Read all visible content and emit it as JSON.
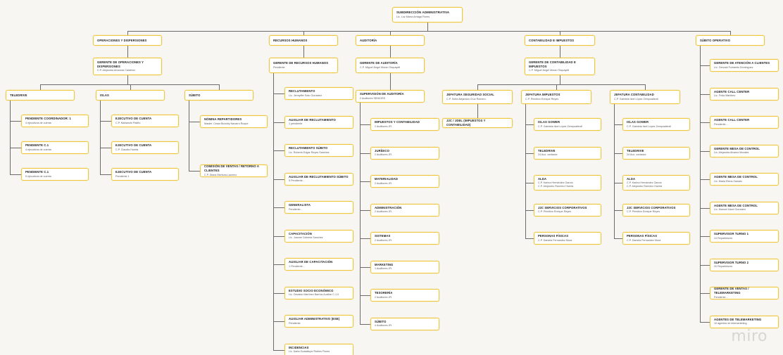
{
  "board": {
    "watermark": "miro",
    "accent_color": "#f0c840",
    "background_color": "#f7f6f3",
    "line_color": "#6b6b6b"
  },
  "root": {
    "title": "SUBDIRECCIÓN ADMINISTRATIVA",
    "subtitle": "Lic. Luz María Arriaga Flores"
  },
  "divisions": [
    {
      "title": "OPERACIONES Y DISPERSIONES"
    },
    {
      "title": "RECURSOS HUMANOS"
    },
    {
      "title": "AUDITORÍA"
    },
    {
      "title": "CONTABILIDAD E IMPUESTOS"
    },
    {
      "title": "SÚBITO OPERATIVO"
    }
  ],
  "managers": [
    {
      "title": "GERENTE DE OPERACIONES Y DISPERSIONES",
      "subtitle": "C.P. Alejandra Amezola Calderón"
    },
    {
      "title": "GERENTE DE RECURSOS HUMANOS",
      "subtitle": "Pendiente"
    },
    {
      "title": "GERENTE DE AUDITORÍA",
      "subtitle": "C.P. Miguel Ángel Moran Tequayetl"
    },
    {
      "title": "GERENTE DE CONTABILIDAD E IMPUESTOS",
      "subtitle": "C.P. Miguel Ángel Moran Tequayetl"
    }
  ],
  "operaciones": {
    "groups": [
      {
        "title": "TELEDRIVE",
        "children": [
          {
            "title": "Pendiente Coordinador: 1",
            "subtitle": "4 ejecutivos de cuenta"
          },
          {
            "title": "Pendiente C.1",
            "subtitle": "4 ejecutivos de cuenta"
          },
          {
            "title": "Pendiente C.1",
            "subtitle": "5 ejecutivos de cuenta"
          }
        ]
      },
      {
        "title": "ISLAS",
        "children": [
          {
            "title": "EJECUTIVO DE CUENTA",
            "subtitle": "C.P. Mahanohi Patiño"
          },
          {
            "title": "EJECUTIVO DE CUENTA",
            "subtitle": "C.P. Claudia Huerta"
          },
          {
            "title": "EJECUTIVO DE CUENTA",
            "subtitle": "Pendiente 1"
          }
        ]
      },
      {
        "title": "SÚBITO",
        "children": [
          {
            "title": "NÓMINA REPARTIDORES",
            "subtitle": "Master. Cesar Bonoby Navarro Roque"
          },
          {
            "title": "COMISIÓN DE VENTAS / RETORNO A CLIENTES",
            "subtitle": "C.P. Diana Bichtura Lacerno"
          }
        ]
      }
    ]
  },
  "recursos_humanos": {
    "children": [
      {
        "title": "RECLUTAMIENTO",
        "subtitle": "Lic. Jennyffer Soto Gonzalez"
      },
      {
        "title": "AUXILIAR DE RECLUTAMIENTO",
        "subtitle": "1 pendiente"
      },
      {
        "title": "RECLUTAMIENTO SÚBITO",
        "subtitle": "Lic. Roberto Edgar Reyes Sanchez"
      },
      {
        "title": "AUXILIAR DE RECLUTAMIENTO SÚBITO",
        "subtitle": "5 Pendiente..."
      },
      {
        "title": "GENERALISTA",
        "subtitle": "Pendiente..."
      },
      {
        "title": "CAPACITACIÓN",
        "subtitle": "Lic. Joanne Cabrera Sanchez"
      },
      {
        "title": "AUXILIAR DE CAPACITACIÓN",
        "subtitle": "1 Pendiente..."
      },
      {
        "title": "ESTUDIO SOCIO ECONÓMICO",
        "subtitle": "Lic. Osvaldo Martínez Barrios Auxiliar C.1.0"
      },
      {
        "title": "AUXILIAR ADMINISTRATIVO (ESE)",
        "subtitle": "Pendiente"
      },
      {
        "title": "INCIDENCIAS",
        "subtitle": "Lic. Karla Guadalupe Robles Flores"
      }
    ]
  },
  "auditoria": {
    "supervision": {
      "title": "SUPERVISIÓN DE AUDITORÍA",
      "subtitle": "2 Auditores SENIORS"
    },
    "children": [
      {
        "title": "IMPUESTOS Y CONTABILIDAD",
        "subtitle": "2 Auditores JR."
      },
      {
        "title": "JURÍDICO",
        "subtitle": "2 Auditores JR."
      },
      {
        "title": "MATERIALIDAD",
        "subtitle": "2 Auditores JR."
      },
      {
        "title": "ADMINISTRACIÓN",
        "subtitle": "2 Auditores JR."
      },
      {
        "title": "SISTEMAS",
        "subtitle": "2 Auditores JR."
      },
      {
        "title": "MARKETING",
        "subtitle": "1 Auditores JR."
      },
      {
        "title": "TESORERÍA",
        "subtitle": "2 Auditores JR."
      },
      {
        "title": "SÚBITO",
        "subtitle": "4 Auditores JR."
      }
    ]
  },
  "contabilidad": {
    "jefaturas": [
      {
        "title": "JEFATURA SEGURIDAD SOCIAL",
        "subtitle": "C.P. Sofía Alejandra Cruz Romero",
        "children": [
          {
            "title": "J2C / JDEL (IMPUESTOS Y CONTABILIDAD)",
            "subtitle": ""
          }
        ]
      },
      {
        "title": "JEFATURA IMPUESTOS",
        "subtitle": "C.P. Primitivo Enrique Reyes",
        "children": [
          {
            "title": "ISLAS GOWER",
            "subtitle": "C.P. Gabriela Itzel López Zempoalteotl"
          },
          {
            "title": "TELEDRIVE",
            "subtitle": "24 Aux. contador"
          },
          {
            "title": "ALDA",
            "subtitle": "C.P. Karina Hernández García",
            "subtitle2": "C.P. Alejandro Ramírez Huerta"
          },
          {
            "title": "J2C SERVICIOS CORPORATIVOS",
            "subtitle": "C.P. Primitivo Enrique Reyes"
          },
          {
            "title": "PERSONAS FÍSICAS",
            "subtitle": "C.P. Daniela Fernandez Mora"
          }
        ]
      },
      {
        "title": "JEFATURA CONTABILIDAD",
        "subtitle": "C.P. Gabriela Itzel López Zempoalteotl",
        "children": [
          {
            "title": "ISLAS GOWER",
            "subtitle": "C.P. Gabriela Itzel López Zempoalteotl"
          },
          {
            "title": "TELEDRIVE",
            "subtitle": "24 Aux. contador"
          },
          {
            "title": "ALDA",
            "subtitle": "C.P. Karina Hernández García",
            "subtitle2": "C.P. Alejandro Ramírez Huerta"
          },
          {
            "title": "J2C SERVICIOS CORPORATIVOS",
            "subtitle": "C.P. Primitivo Enrique Reyes"
          },
          {
            "title": "PERSONAS FÍSICAS",
            "subtitle": "C.P. Daniela Fernandez Mora"
          }
        ]
      }
    ]
  },
  "subito_operativo": {
    "children": [
      {
        "title": "GERENTE DE ATENCIÓN A CLIENTES",
        "subtitle": "Lic. Gerzaid Fuinanito Dominguez"
      },
      {
        "title": "AGENTE CALL CENTER",
        "subtitle": "Lic. Frida Martinez"
      },
      {
        "title": "AGENTE CALL CENTER",
        "subtitle": "Pendiente..."
      },
      {
        "title": "GERENTE MESA DE CONTROL",
        "subtitle": "Lic. Alejandra Alvarez Morales"
      },
      {
        "title": "AGENTE MESA DE CONTROL",
        "subtitle": "Lic. Maria Elena Zamalo"
      },
      {
        "title": "AGENTE MESA DE CONTROL",
        "subtitle": "Lic. Manuel Hace Gonzalez"
      },
      {
        "title": "SUPERVISOR TURNO 1",
        "subtitle": "13 Repartidores"
      },
      {
        "title": "SUPERVISOR TURNO 2",
        "subtitle": "20 Repartidores"
      },
      {
        "title": "GERENTE DE VENTAS / TELEMARKETING",
        "subtitle": "Pendiente..."
      },
      {
        "title": "AGENTES DE TELEMARKETING",
        "subtitle": "10 agentes de telemarketing"
      }
    ]
  }
}
